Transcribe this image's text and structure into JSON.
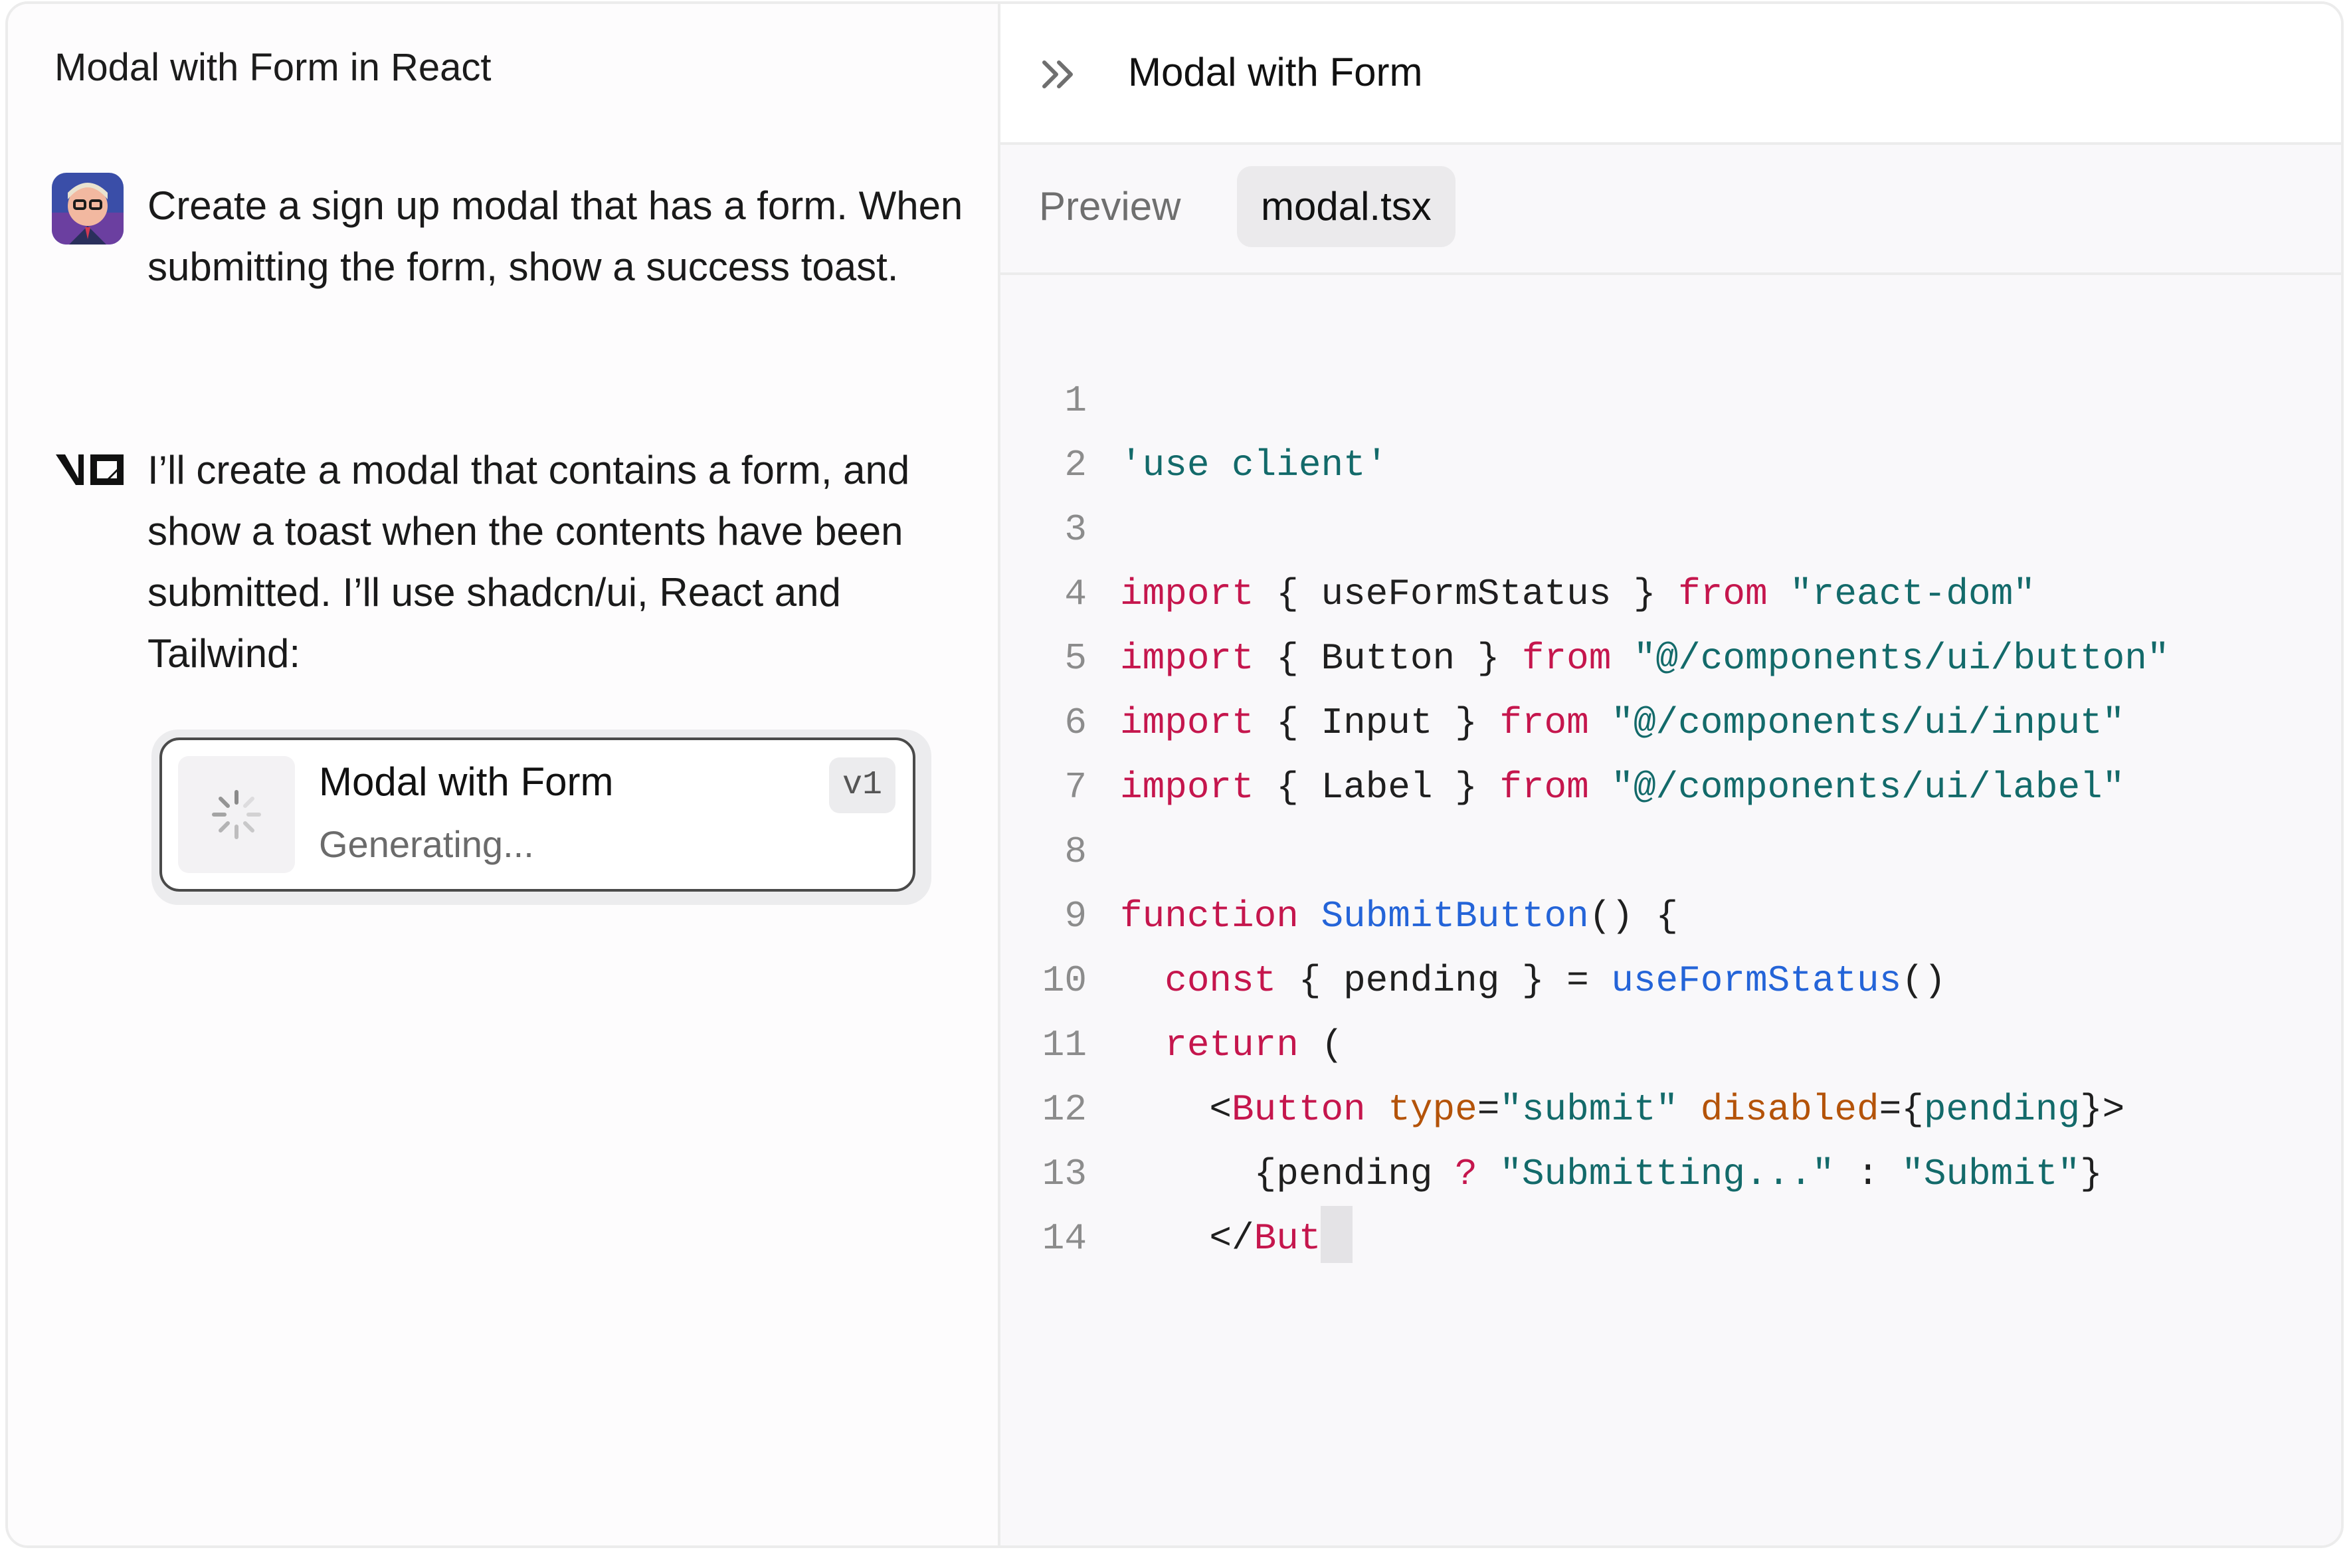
{
  "chat": {
    "title": "Modal with Form in React",
    "user_message": "Create a sign up modal that has a form. When submitting the form, show a success toast.",
    "assistant_message": "I’ll create a modal that contains a form, and show a toast when the contents have been submitted. I’ll use shadcn/ui, React and Tailwind:",
    "artifact": {
      "title": "Modal with Form",
      "status": "Generating...",
      "version": "v1"
    }
  },
  "panel": {
    "title": "Modal with Form",
    "tabs": {
      "preview": "Preview",
      "code": "modal.tsx"
    },
    "active_tab": "modal.tsx"
  },
  "code": {
    "line_numbers": [
      "1",
      "2",
      "3",
      "4",
      "5",
      "6",
      "7",
      "8",
      "9",
      "10",
      "11",
      "12",
      "13",
      "14"
    ],
    "tokens": {
      "l1_str": "'use client'",
      "l3_import": "import",
      "l3_mid": " { useFormStatus } ",
      "l3_from": "from",
      "l3_sp": " ",
      "l3_str": "\"react-dom\"",
      "l4_import": "import",
      "l4_mid": " { Button } ",
      "l4_from": "from",
      "l4_sp": " ",
      "l4_str": "\"@/components/ui/button\"",
      "l5_import": "import",
      "l5_mid": " { Input } ",
      "l5_from": "from",
      "l5_sp": " ",
      "l5_str": "\"@/components/ui/input\"",
      "l6_import": "import",
      "l6_mid": " { Label } ",
      "l6_from": "from",
      "l6_sp": " ",
      "l6_str": "\"@/components/ui/label\"",
      "l8_kw": "function",
      "l8_sp": " ",
      "l8_fn": "SubmitButton",
      "l8_rest": "() {",
      "l9_ind": "  ",
      "l9_kw": "const",
      "l9_mid": " { pending } = ",
      "l9_fn": "useFormStatus",
      "l9_rest": "()",
      "l10_ind": "  ",
      "l10_kw": "return",
      "l10_rest": " (",
      "l11_ind": "    <",
      "l11_tag": "Button",
      "l11_sp": " ",
      "l11_attr1": "type",
      "l11_eq1": "=",
      "l11_str": "\"submit\"",
      "l11_sp2": " ",
      "l11_attr2": "disabled",
      "l11_eq2": "={",
      "l11_var": "pending",
      "l11_end": "}>",
      "l12_ind": "      {pending ",
      "l12_q": "?",
      "l12_sp": " ",
      "l12_str1": "\"Submitting...\"",
      "l12_colon": " : ",
      "l12_str2": "\"Submit\"",
      "l12_end": "}",
      "l13_ind": "    </",
      "l13_tag": "But"
    }
  },
  "colors": {
    "keyword": "#c5164d",
    "string": "#136a6a",
    "function": "#2464d8",
    "attribute": "#b45309"
  },
  "icons": {
    "user_avatar": "user-avatar",
    "assistant_logo": "v0-logo-icon",
    "spinner": "loading-spinner-icon",
    "collapse": "chevrons-right-icon"
  }
}
